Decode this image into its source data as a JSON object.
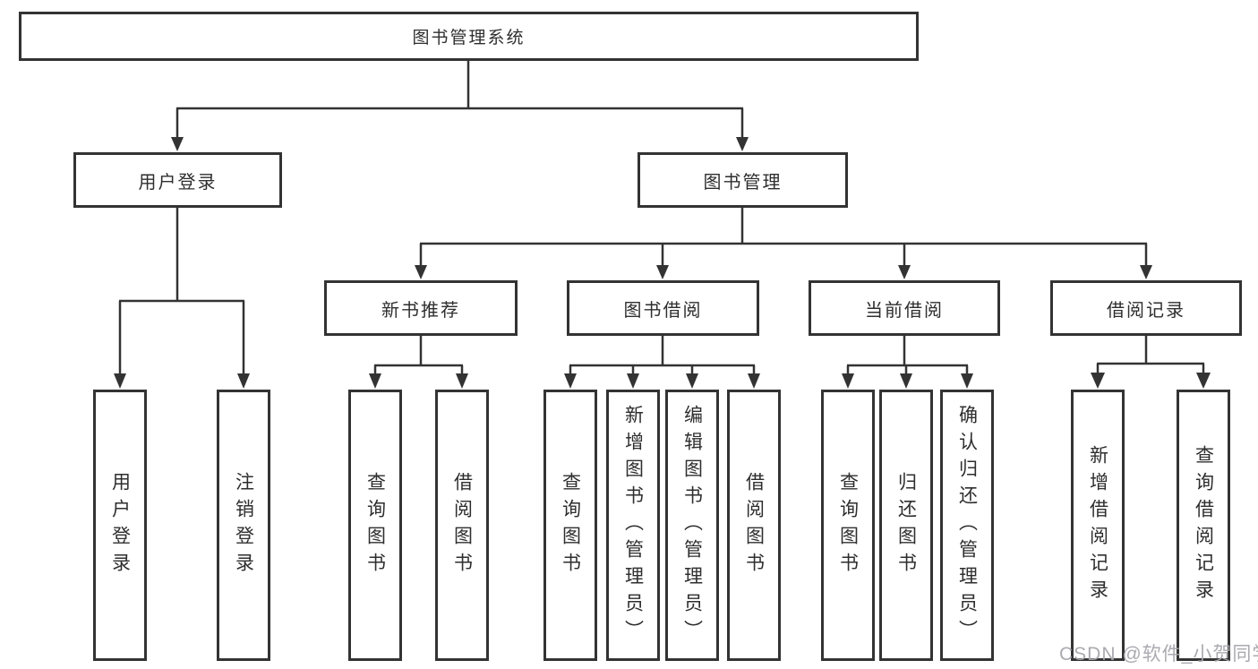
{
  "tree": {
    "label": "图书管理系统",
    "children": [
      {
        "label": "用户登录",
        "children": [
          {
            "label": "用户登录"
          },
          {
            "label": "注销登录"
          }
        ]
      },
      {
        "label": "图书管理",
        "children": [
          {
            "label": "新书推荐",
            "children": [
              {
                "label": "查询图书"
              },
              {
                "label": "借阅图书"
              }
            ]
          },
          {
            "label": "图书借阅",
            "children": [
              {
                "label": "查询图书"
              },
              {
                "label": "新增图书（管理员）"
              },
              {
                "label": "编辑图书（管理员）"
              },
              {
                "label": "借阅图书"
              }
            ]
          },
          {
            "label": "当前借阅",
            "children": [
              {
                "label": "查询图书"
              },
              {
                "label": "归还图书"
              },
              {
                "label": "确认归还（管理员）"
              }
            ]
          },
          {
            "label": "借阅记录",
            "children": [
              {
                "label": "新增借阅记录"
              },
              {
                "label": "查询借阅记录"
              }
            ]
          }
        ]
      }
    ]
  },
  "watermark": {
    "text": "CSDN @软件_小贺同学"
  },
  "colors": {
    "line": "#333333",
    "node_background": "#ffffff",
    "watermark": "#a5a5ac"
  }
}
